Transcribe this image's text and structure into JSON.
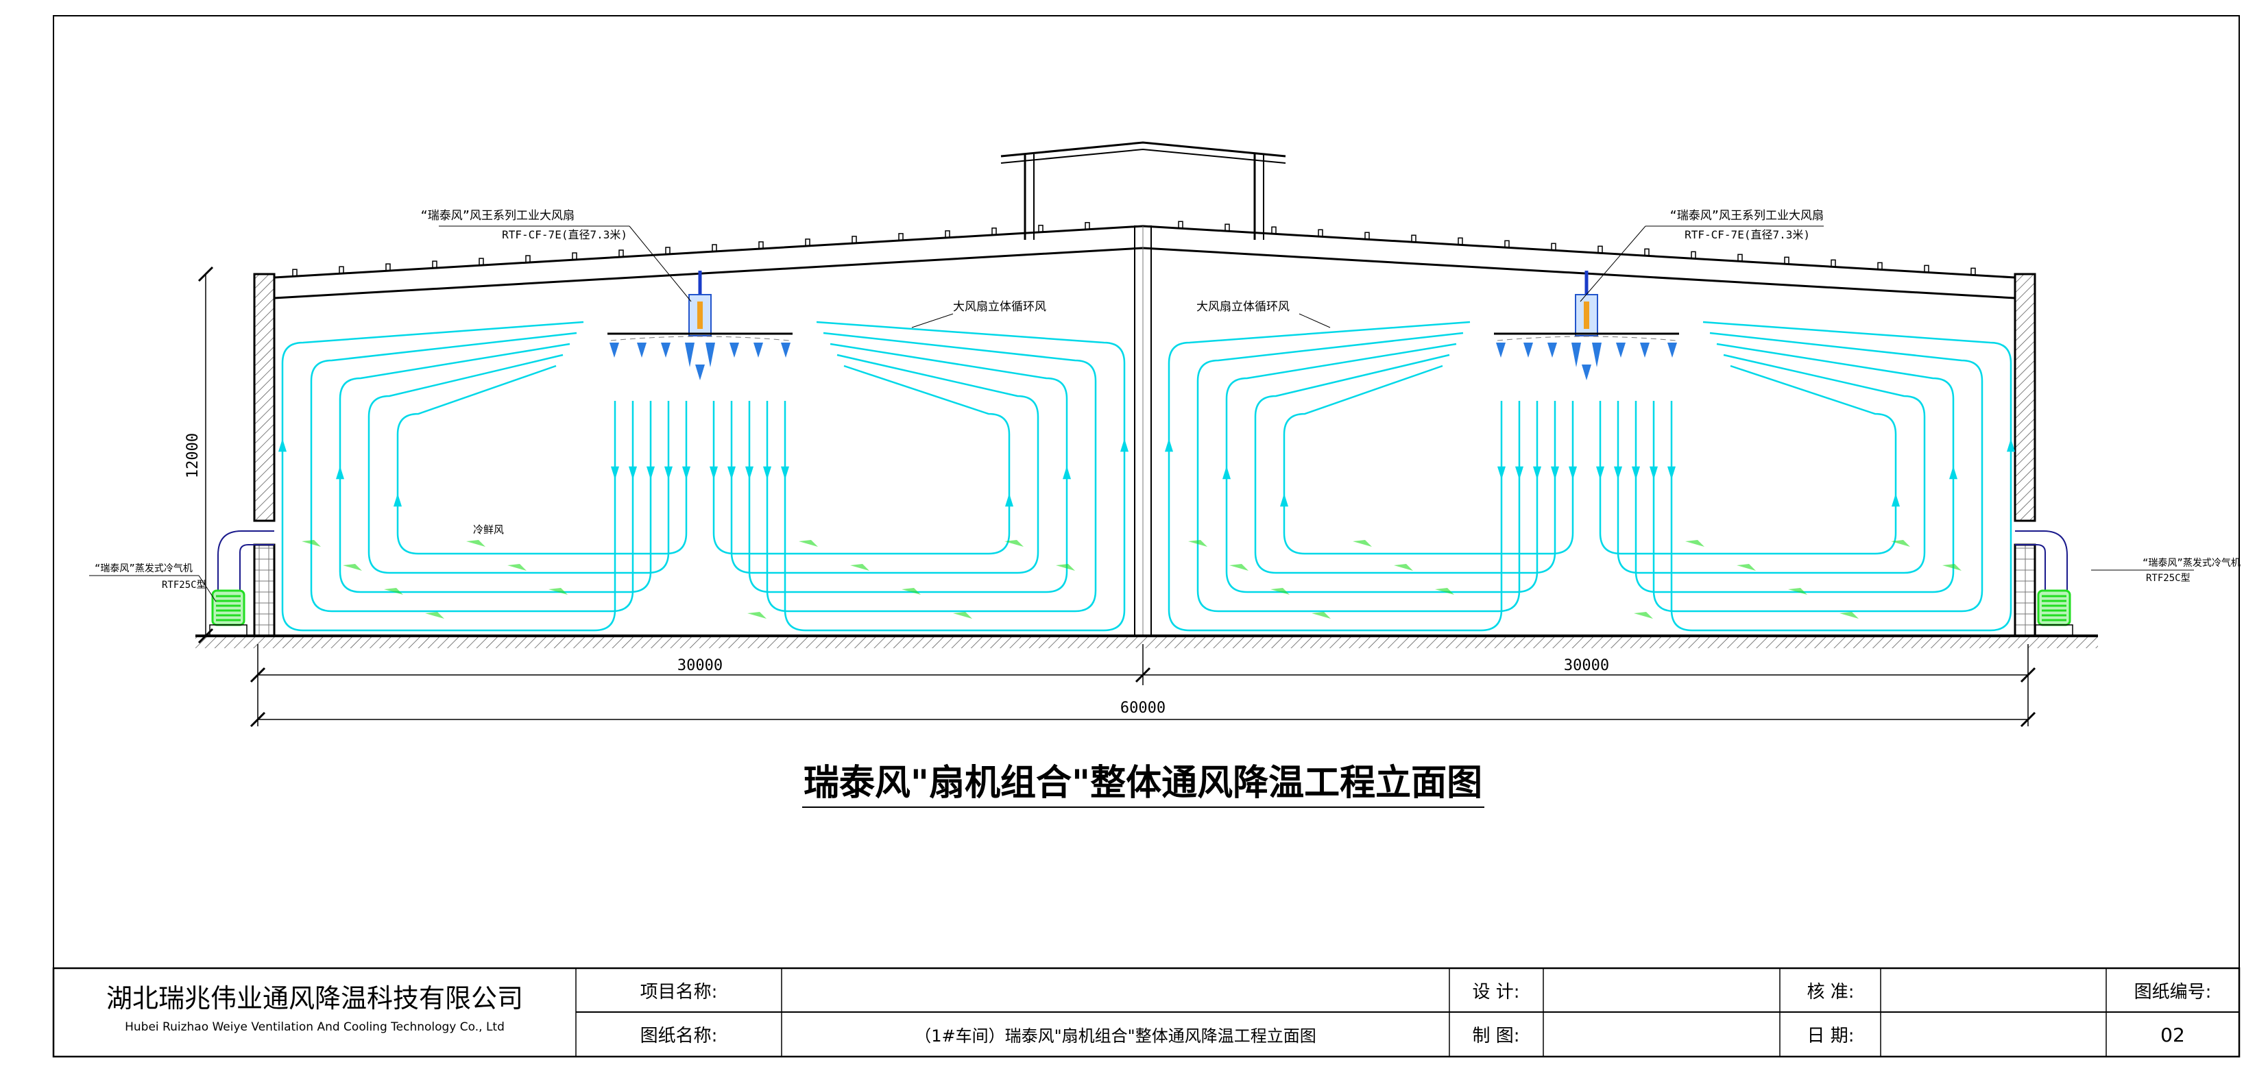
{
  "drawing": {
    "title": "瑞泰风\"扇机组合\"整体通风降温工程立面图",
    "fan_label_line1": "“瑞泰风”风王系列工业大风扇",
    "fan_label_line2": "RTF-CF-7E(直径7.3米)",
    "airflow_label": "大风扇立体循环风",
    "cool_air_label": "冷鲜风",
    "cooler_label_line1": "“瑞泰风”蒸发式冷气机",
    "cooler_label_line2": "RTF25C型",
    "dim_height": "12000",
    "dim_left": "30000",
    "dim_right": "30000",
    "dim_total": "60000"
  },
  "colors": {
    "airflow": "#00d8e8",
    "fan_arrow": "#2a7be0",
    "cooler": "#22dd22",
    "duct": "#1a1a8c"
  },
  "title_block": {
    "company_cn": "湖北瑞兆伟业通风降温科技有限公司",
    "company_en": "Hubei Ruizhao Weiye Ventilation And Cooling Technology Co., Ltd",
    "project_name_label": "项目名称:",
    "project_name_value": "",
    "drawing_name_label": "图纸名称:",
    "drawing_name_value": "（1#车间）瑞泰风\"扇机组合\"整体通风降温工程立面图",
    "design_label": "设  计:",
    "drafting_label": "制  图:",
    "approve_label": "核  准:",
    "date_label": "日  期:",
    "drawing_no_label": "图纸编号:",
    "drawing_no_value": "02"
  }
}
